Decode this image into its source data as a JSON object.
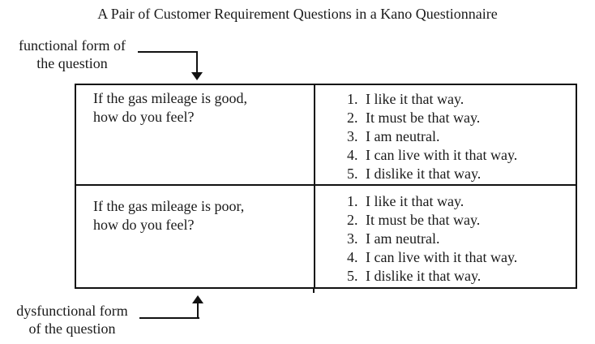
{
  "title": "A Pair of Customer Requirement Questions in a Kano Questionnaire",
  "colors": {
    "ink": "#1a1a1a",
    "line": "#111111",
    "background": "#ffffff"
  },
  "callouts": {
    "functional": {
      "line1": "functional form of",
      "line2": "the question"
    },
    "dysfunctional": {
      "line1": "dysfunctional form",
      "line2": "of the question"
    }
  },
  "table": {
    "rows": [
      {
        "question_line1": "If the gas mileage is good,",
        "question_line2": "how do you feel?",
        "options": [
          {
            "num": "1.",
            "text": "I like it that way."
          },
          {
            "num": "2.",
            "text": "It must be that way."
          },
          {
            "num": "3.",
            "text": "I am neutral."
          },
          {
            "num": "4.",
            "text": "I can live with it that way."
          },
          {
            "num": "5.",
            "text": "I dislike it that way."
          }
        ]
      },
      {
        "question_line1": "If the gas mileage is poor,",
        "question_line2": "how do you feel?",
        "options": [
          {
            "num": "1.",
            "text": "I like it that way."
          },
          {
            "num": "2.",
            "text": "It must be that way."
          },
          {
            "num": "3.",
            "text": "I am neutral."
          },
          {
            "num": "4.",
            "text": "I can live with it that way."
          },
          {
            "num": "5.",
            "text": "I dislike it that way."
          }
        ]
      }
    ]
  }
}
